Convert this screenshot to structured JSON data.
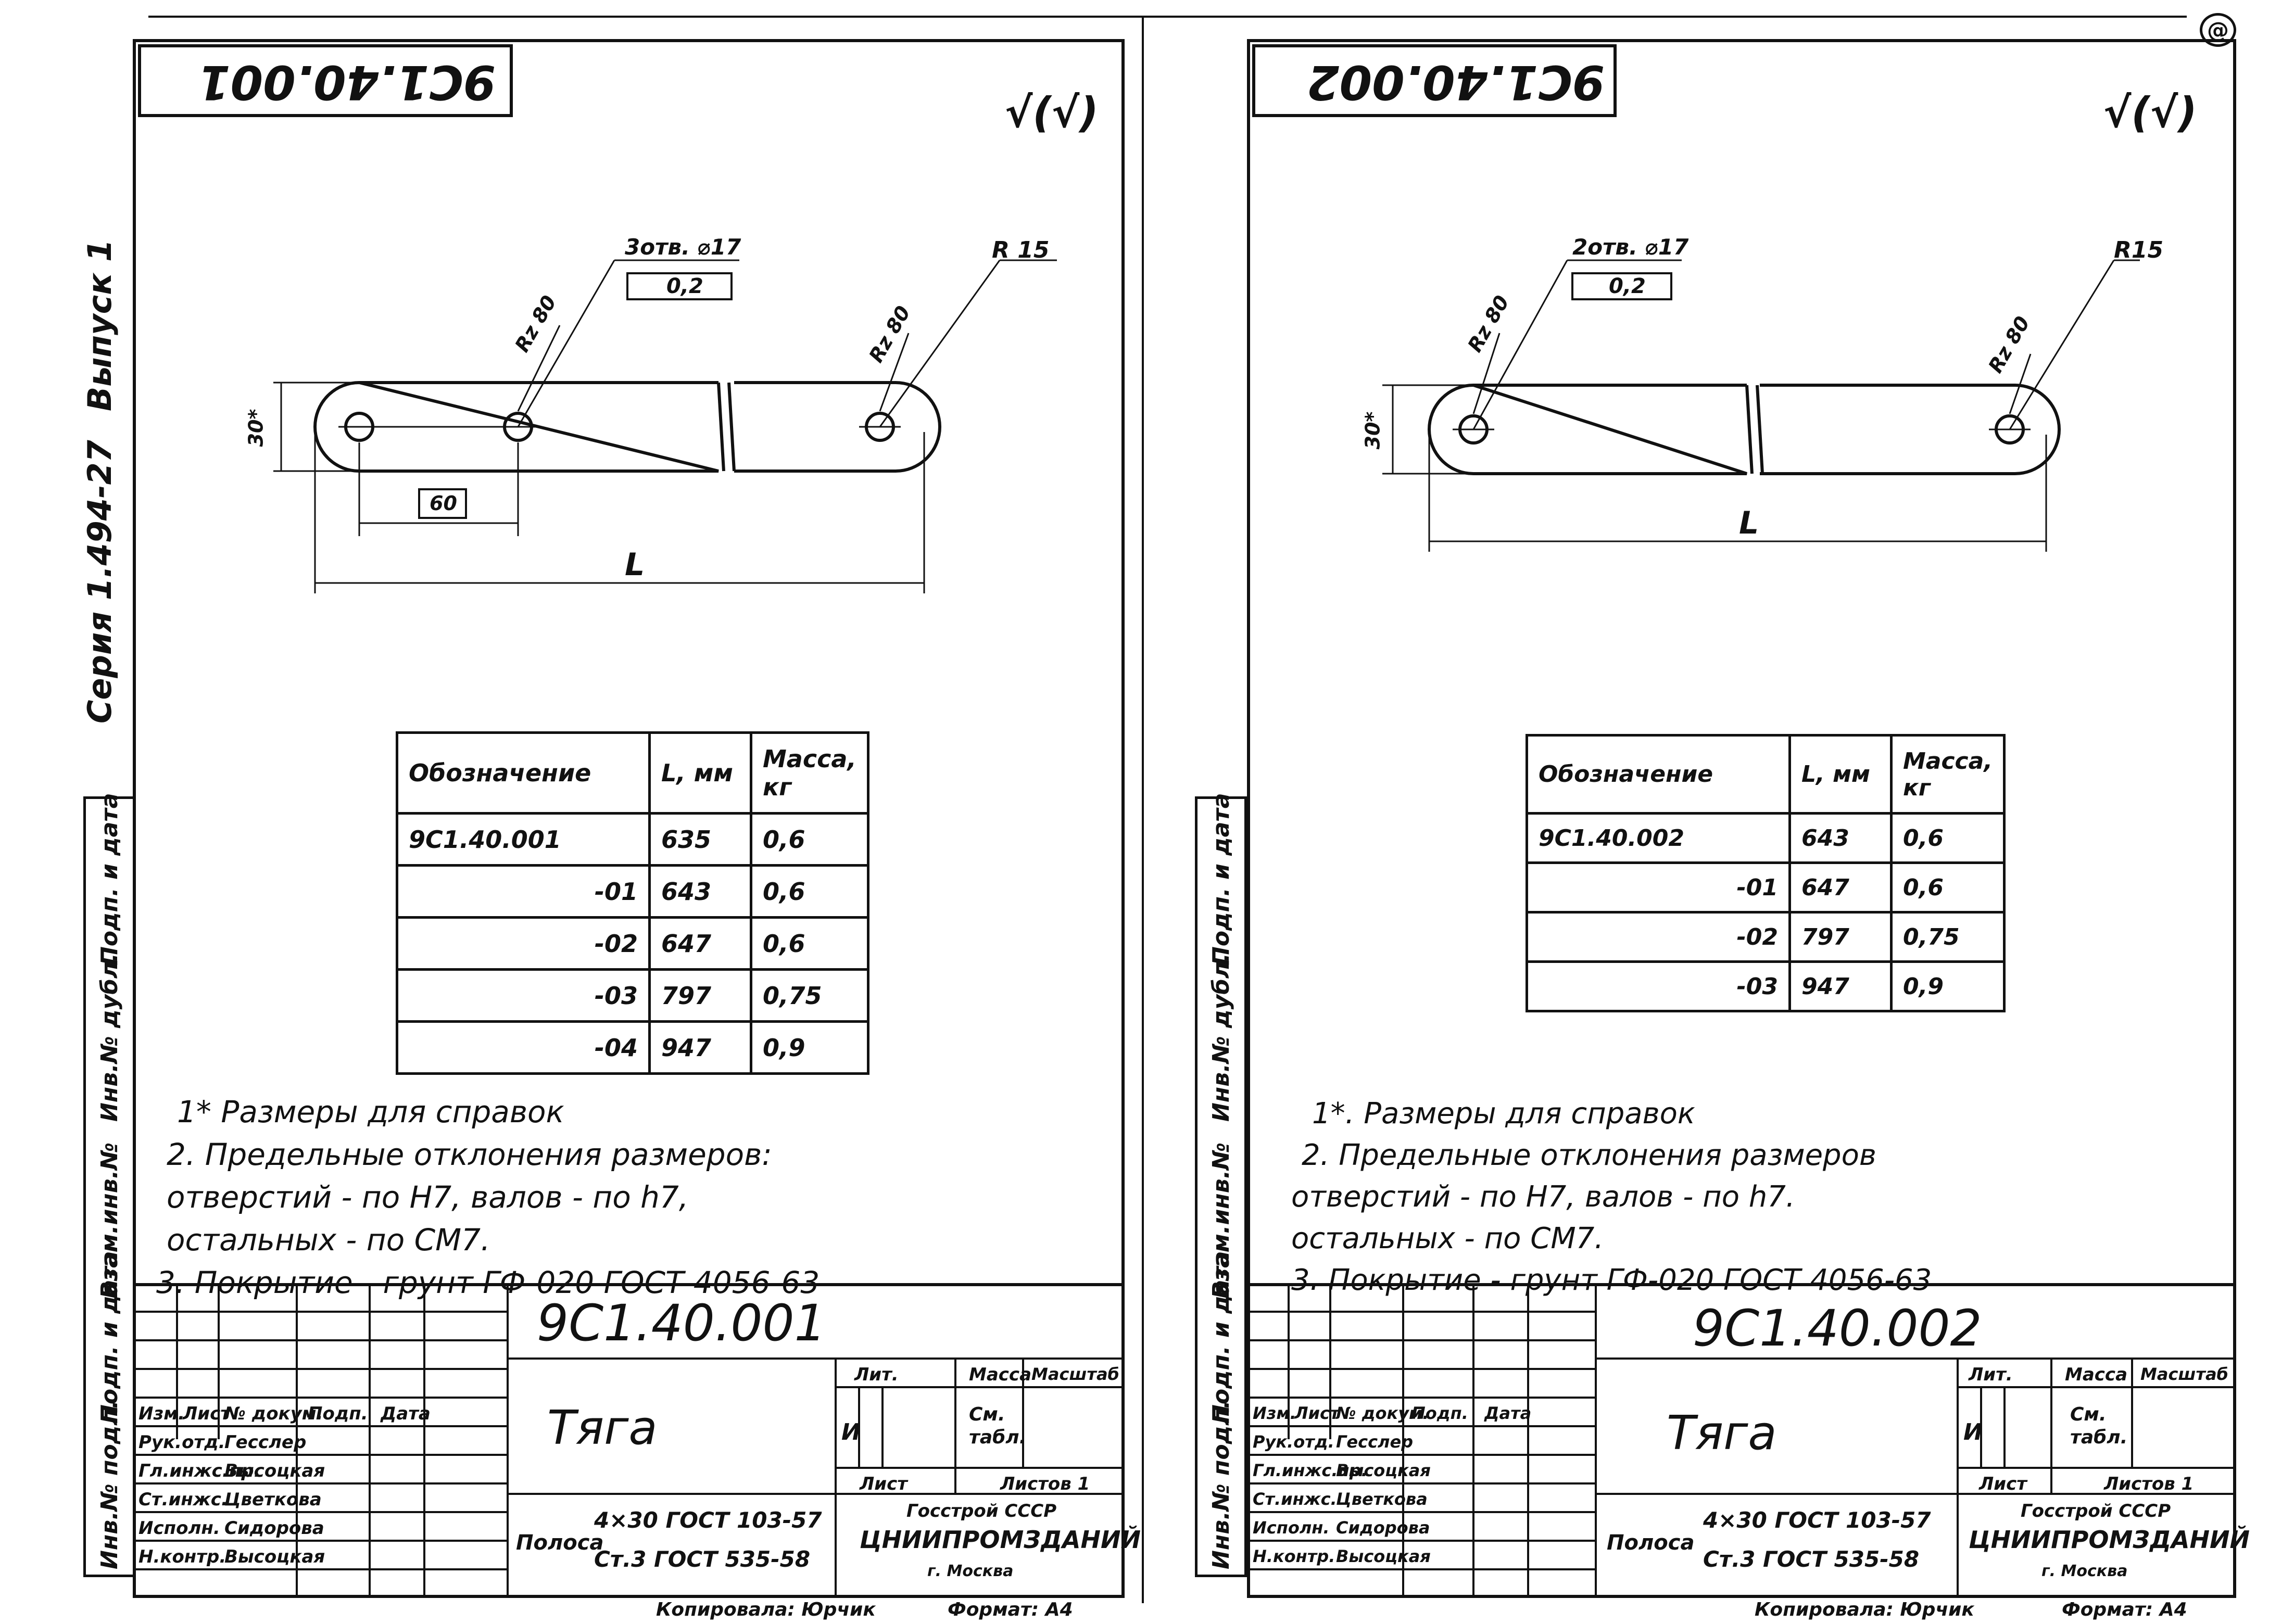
{
  "series_label": "Серия 1.494-27",
  "issue_label": "Выпуск 1",
  "page_marker": "@",
  "side_stamp": [
    "Инв.№ подл.",
    "Подп. и дата",
    "Взам.инв.№",
    "Инв.№ дубл.",
    "Подп. и дата"
  ],
  "sheets": [
    {
      "mirror_code": "9С1.40.001",
      "roughness": "√(√)",
      "holes_note": "3отв. ⌀17",
      "tolerance": "0,2",
      "rz_left": "Rz 80",
      "rz_right": "Rz 80",
      "radius": "R 15",
      "dim_height": "30*",
      "dim_pitch": "60",
      "dim_length": "L",
      "table": {
        "headers": [
          "Обозначение",
          "L, мм",
          "Масса, кг"
        ],
        "rows": [
          [
            "9С1.40.001",
            "635",
            "0,6"
          ],
          [
            "-01",
            "643",
            "0,6"
          ],
          [
            "-02",
            "647",
            "0,6"
          ],
          [
            "-03",
            "797",
            "0,75"
          ],
          [
            "-04",
            "947",
            "0,9"
          ]
        ]
      },
      "notes": [
        "1* Размеры для справок",
        "2. Предельные отклонения размеров:",
        "отверстий - по Н7, валов - по h7,",
        "остальных - по CM7.",
        "3. Покрытие - грунт ГФ-020 ГОСТ 4056-63"
      ],
      "title_block": {
        "code": "9С1.40.001",
        "name": "Тяга",
        "material_line1": "4×30 ГОСТ 103-57",
        "material_line2": "Ст.3 ГОСТ 535-58",
        "material_prefix": "Полоса",
        "col_labels": [
          "Изм.",
          "Лист",
          "№ докум.",
          "Подп.",
          "Дата"
        ],
        "roles": [
          "Рук.отд.",
          "Гл.инжс.пр.",
          "Ст.инжс.",
          "Исполн.",
          "Н.контр."
        ],
        "names": [
          "Гесслер",
          "Высоцкая",
          "Цветкова",
          "Сидорова",
          "Высоцкая"
        ],
        "lit_label": "Лит.",
        "mass_label": "Масса",
        "scale_label": "Масштаб",
        "lit_value": "И",
        "mass_value": "См. табл.",
        "sheet_label": "Лист",
        "sheets_label": "Листов 1",
        "org_line1": "Госстрой СССР",
        "org_line2": "ЦНИИПРОМЗДАНИЙ",
        "org_line3": "г. Москва",
        "copied": "Копировала: Юрчик",
        "format": "Формат: А4"
      }
    },
    {
      "mirror_code": "9С1.40.002",
      "roughness": "√(√)",
      "holes_note": "2отв. ⌀17",
      "tolerance": "0,2",
      "rz_left": "Rz 80",
      "rz_right": "Rz 80",
      "radius": "R15",
      "dim_height": "30*",
      "dim_pitch": "",
      "dim_length": "L",
      "table": {
        "headers": [
          "Обозначение",
          "L, мм",
          "Масса, кг"
        ],
        "rows": [
          [
            "9С1.40.002",
            "643",
            "0,6"
          ],
          [
            "-01",
            "647",
            "0,6"
          ],
          [
            "-02",
            "797",
            "0,75"
          ],
          [
            "-03",
            "947",
            "0,9"
          ]
        ]
      },
      "notes": [
        "1*. Размеры для справок",
        "2. Предельные отклонения размеров",
        "отверстий - по Н7, валов - по h7.",
        "остальных - по СМ7.",
        "3. Покрытие - грунт ГФ-020 ГОСТ 4056-63"
      ],
      "title_block": {
        "code": "9С1.40.002",
        "name": "Тяга",
        "material_line1": "4×30 ГОСТ 103-57",
        "material_line2": "Ст.3 ГОСТ 535-58",
        "material_prefix": "Полоса",
        "col_labels": [
          "Изм.",
          "Лист",
          "№ докум.",
          "Подп.",
          "Дата"
        ],
        "roles": [
          "Рук.отд.",
          "Гл.инжс.пр.",
          "Ст.инжс.",
          "Исполн.",
          "Н.контр."
        ],
        "names": [
          "Гесслер",
          "Высоцкая",
          "Цветкова",
          "Сидорова",
          "Высоцкая"
        ],
        "lit_label": "Лит.",
        "mass_label": "Масса",
        "scale_label": "Масштаб",
        "lit_value": "И",
        "mass_value": "См. табл.",
        "sheet_label": "Лист",
        "sheets_label": "Листов 1",
        "org_line1": "Госстрой СССР",
        "org_line2": "ЦНИИПРОМЗДАНИЙ",
        "org_line3": "г. Москва",
        "copied": "Копировала: Юрчик",
        "format": "Формат: А4"
      }
    }
  ]
}
